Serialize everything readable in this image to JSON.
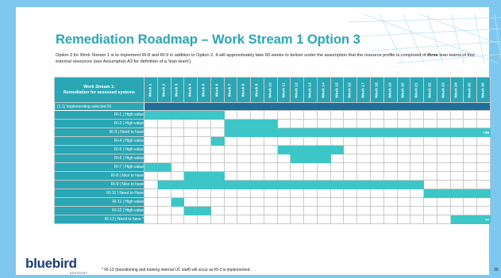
{
  "title": "Remediation Roadmap – Work Stream 1 Option 3",
  "subtitle_parts": {
    "before": "Option 3 for Work Stream 1 is to implement RI-8 and RI-9 in addition to Option 2. It will approximately take 60 weeks to deliver under the assumption that the resource profile is comprised of ",
    "bold": "three",
    "after": " lean teams of four external resources (see Assumption A3 for definition of a 'lean team')."
  },
  "table": {
    "header_label_line1": "Work Stream 1:",
    "header_label_line2": "Remediation for assessed systems",
    "weeks": [
      "Week 1",
      "Week 2",
      "Week 3",
      "Week 4",
      "Week 5",
      "Week 6",
      "Week 7",
      "Week 8",
      "Week 9",
      "Week 10",
      "Week 11",
      "Week 12",
      "Week 13",
      "Week 14",
      "Week 15",
      "Week 16",
      "Week 17",
      "Week 18",
      "Week 19",
      "Week 20",
      "Week 21",
      "Week 22",
      "Week 23",
      "Week 24",
      "Week 25",
      "Week 26"
    ],
    "section_label": "(1.1) Implementing selected RI",
    "rows": [
      {
        "label": "RI-1 | High value",
        "start": 1,
        "end": 6,
        "note": ""
      },
      {
        "label": "RI-2 | High value",
        "start": 7,
        "end": 10,
        "note": ""
      },
      {
        "label": "RI-3 | Need to have",
        "start": 7,
        "end": 26,
        "note": "+36"
      },
      {
        "label": "RI-4 | High value",
        "start": 6,
        "end": 6,
        "note": ""
      },
      {
        "label": "RI-5 | High value",
        "start": 11,
        "end": 15,
        "note": ""
      },
      {
        "label": "RI-6 | High value",
        "start": 12,
        "end": 14,
        "note": ""
      },
      {
        "label": "RI-7 | High value",
        "start": 1,
        "end": 2,
        "note": ""
      },
      {
        "label": "RI-8 | Nice to have",
        "start": 4,
        "end": 6,
        "note": ""
      },
      {
        "label": "RI-9 | Nice to have",
        "start": 2,
        "end": 21,
        "note": ""
      },
      {
        "label": "RI-10 | Need to Have",
        "start": 22,
        "end": 26,
        "note": ""
      },
      {
        "label": "RI-11 | High value",
        "start": 3,
        "end": 3,
        "note": ""
      },
      {
        "label": "RI-12 | High value",
        "start": 4,
        "end": 5,
        "note": ""
      },
      {
        "label": "RI-13 | Need to have *",
        "start": 24,
        "end": 26,
        "note": "+7"
      }
    ]
  },
  "logo": {
    "name": "bluebird",
    "sub": "ADVISORY"
  },
  "footnote": "* RI-13 (transitioning and training internal UC staff) will occur as RI-3 is implemented.",
  "page_number": "30",
  "colors": {
    "accent": "#2aa6b4",
    "bar": "#3dc6c8",
    "section_bar": "#1e6f99",
    "frame": "#7ec8ef",
    "logo": "#1a3b7a"
  }
}
